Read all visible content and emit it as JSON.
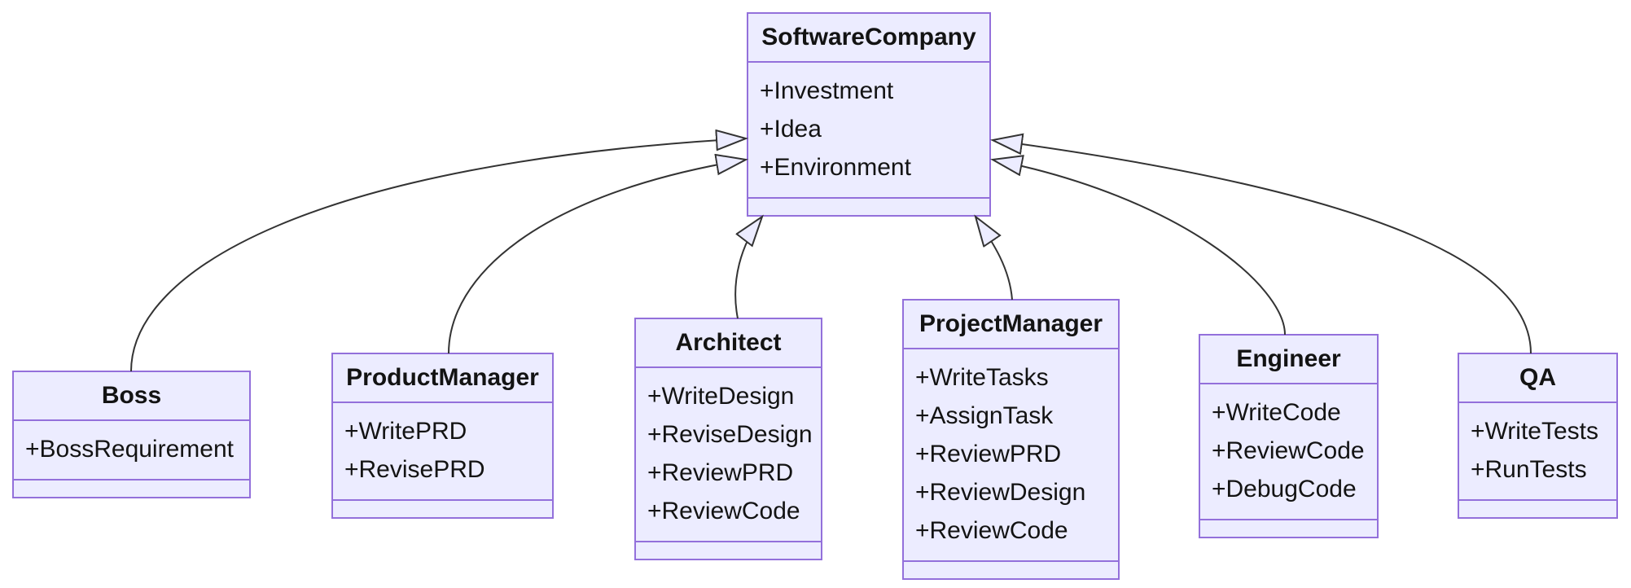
{
  "diagram": {
    "type": "uml-class-diagram",
    "colors": {
      "node_fill": "#ECECFF",
      "node_border": "#9370DB",
      "edge_line": "#333333",
      "text": "#131313"
    },
    "classes": [
      {
        "id": "software_company",
        "name": "SoftwareCompany",
        "members": [
          "+Investment",
          "+Idea",
          "+Environment"
        ]
      },
      {
        "id": "boss",
        "name": "Boss",
        "members": [
          "+BossRequirement"
        ]
      },
      {
        "id": "product_manager",
        "name": "ProductManager",
        "members": [
          "+WritePRD",
          "+RevisePRD"
        ]
      },
      {
        "id": "architect",
        "name": "Architect",
        "members": [
          "+WriteDesign",
          "+ReviseDesign",
          "+ReviewPRD",
          "+ReviewCode"
        ]
      },
      {
        "id": "project_manager",
        "name": "ProjectManager",
        "members": [
          "+WriteTasks",
          "+AssignTask",
          "+ReviewPRD",
          "+ReviewDesign",
          "+ReviewCode"
        ]
      },
      {
        "id": "engineer",
        "name": "Engineer",
        "members": [
          "+WriteCode",
          "+ReviewCode",
          "+DebugCode"
        ]
      },
      {
        "id": "qa",
        "name": "QA",
        "members": [
          "+WriteTests",
          "+RunTests"
        ]
      }
    ],
    "relationships": [
      {
        "from": "Boss",
        "to": "SoftwareCompany",
        "type": "inheritance"
      },
      {
        "from": "ProductManager",
        "to": "SoftwareCompany",
        "type": "inheritance"
      },
      {
        "from": "Architect",
        "to": "SoftwareCompany",
        "type": "inheritance"
      },
      {
        "from": "ProjectManager",
        "to": "SoftwareCompany",
        "type": "inheritance"
      },
      {
        "from": "Engineer",
        "to": "SoftwareCompany",
        "type": "inheritance"
      },
      {
        "from": "QA",
        "to": "SoftwareCompany",
        "type": "inheritance"
      }
    ]
  }
}
